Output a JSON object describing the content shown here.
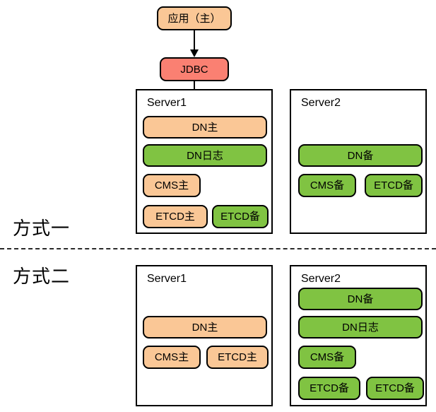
{
  "diagram": {
    "title": "",
    "colors": {
      "orange": "#FAC796",
      "green": "#80C342",
      "red": "#FA8072",
      "outline": "#000000",
      "background": "#ffffff"
    },
    "sections": [
      {
        "id": "mode-1",
        "label": "方式一"
      },
      {
        "id": "mode-2",
        "label": "方式二"
      }
    ],
    "top_nodes": [
      {
        "id": "app",
        "label": "应用（主）",
        "color": "orange"
      },
      {
        "id": "jdbc",
        "label": "JDBC",
        "color": "red"
      }
    ],
    "connectors": [
      {
        "from": "app",
        "to": "jdbc",
        "arrow": true
      },
      {
        "from": "jdbc",
        "to": "s1t-dn-master",
        "arrow": true
      }
    ],
    "servers": [
      {
        "id": "server1-top",
        "title": "Server1",
        "section": "mode-1",
        "chips": [
          {
            "id": "s1t-dn-master",
            "label": "DN主",
            "color": "orange"
          },
          {
            "id": "s1t-dn-log",
            "label": "DN日志",
            "color": "green"
          },
          {
            "id": "s1t-cms-master",
            "label": "CMS主",
            "color": "orange"
          },
          {
            "id": "s1t-etcd-master",
            "label": "ETCD主",
            "color": "orange"
          },
          {
            "id": "s1t-etcd-standby",
            "label": "ETCD备",
            "color": "green"
          }
        ]
      },
      {
        "id": "server2-top",
        "title": "Server2",
        "section": "mode-1",
        "chips": [
          {
            "id": "s2t-dn-standby",
            "label": "DN备",
            "color": "green"
          },
          {
            "id": "s2t-cms-standby",
            "label": "CMS备",
            "color": "green"
          },
          {
            "id": "s2t-etcd-standby",
            "label": "ETCD备",
            "color": "green"
          }
        ]
      },
      {
        "id": "server1-bottom",
        "title": "Server1",
        "section": "mode-2",
        "chips": [
          {
            "id": "s1b-dn-master",
            "label": "DN主",
            "color": "orange"
          },
          {
            "id": "s1b-cms-master",
            "label": "CMS主",
            "color": "orange"
          },
          {
            "id": "s1b-etcd-master",
            "label": "ETCD主",
            "color": "orange"
          }
        ]
      },
      {
        "id": "server2-bottom",
        "title": "Server2",
        "section": "mode-2",
        "chips": [
          {
            "id": "s2b-dn-standby",
            "label": "DN备",
            "color": "green"
          },
          {
            "id": "s2b-dn-log",
            "label": "DN日志",
            "color": "green"
          },
          {
            "id": "s2b-cms-standby",
            "label": "CMS备",
            "color": "green"
          },
          {
            "id": "s2b-etcd-standby-1",
            "label": "ETCD备",
            "color": "green"
          },
          {
            "id": "s2b-etcd-standby-2",
            "label": "ETCD备",
            "color": "green"
          }
        ]
      }
    ]
  }
}
